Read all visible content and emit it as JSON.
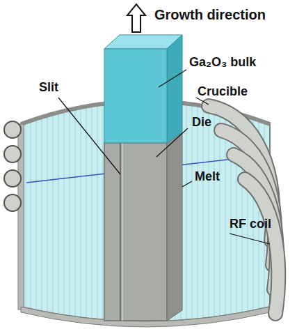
{
  "diagram": {
    "labels": [
      "Growth direction",
      "Ga₂O₃ bulk",
      "Slit",
      "Crucible",
      "Die",
      "Melt",
      "RF coil"
    ]
  }
}
